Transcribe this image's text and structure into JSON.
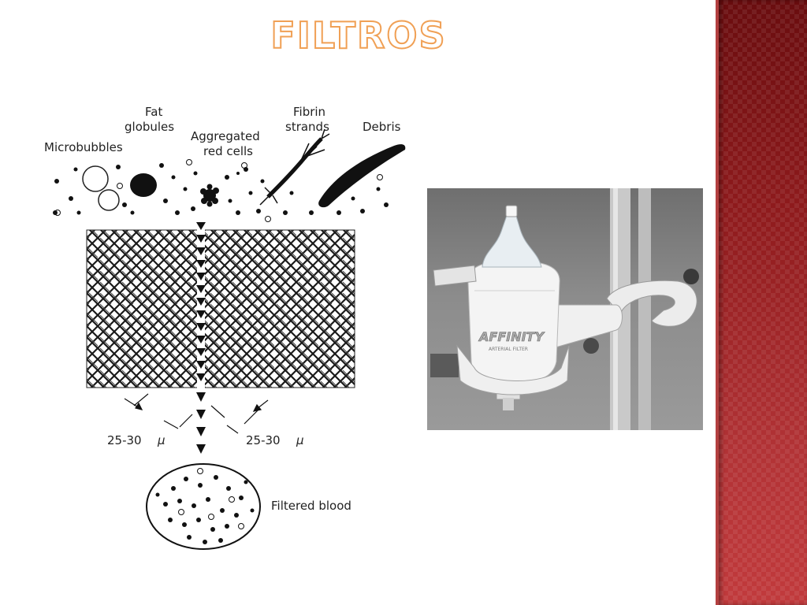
{
  "title": "FILTROS",
  "diagram": {
    "labels": {
      "microbubbles": "Microbubbles",
      "fat_line1": "Fat",
      "fat_line2": "globules",
      "aggregated_line1": "Aggregated",
      "aggregated_line2": "red cells",
      "fibrin_line1": "Fibrin",
      "fibrin_line2": "strands",
      "debris": "Debris",
      "pore_left": "25-30",
      "pore_right": "25-30",
      "unit": "μ",
      "filtered_blood": "Filtered blood"
    }
  },
  "photo": {
    "brand_text": "AFFINITY",
    "sub_text": "ARTERIAL FILTER"
  },
  "colors": {
    "title_outline": "#f0a055",
    "band_dark": "#6a0d0f",
    "band_light": "#c13a3c"
  }
}
